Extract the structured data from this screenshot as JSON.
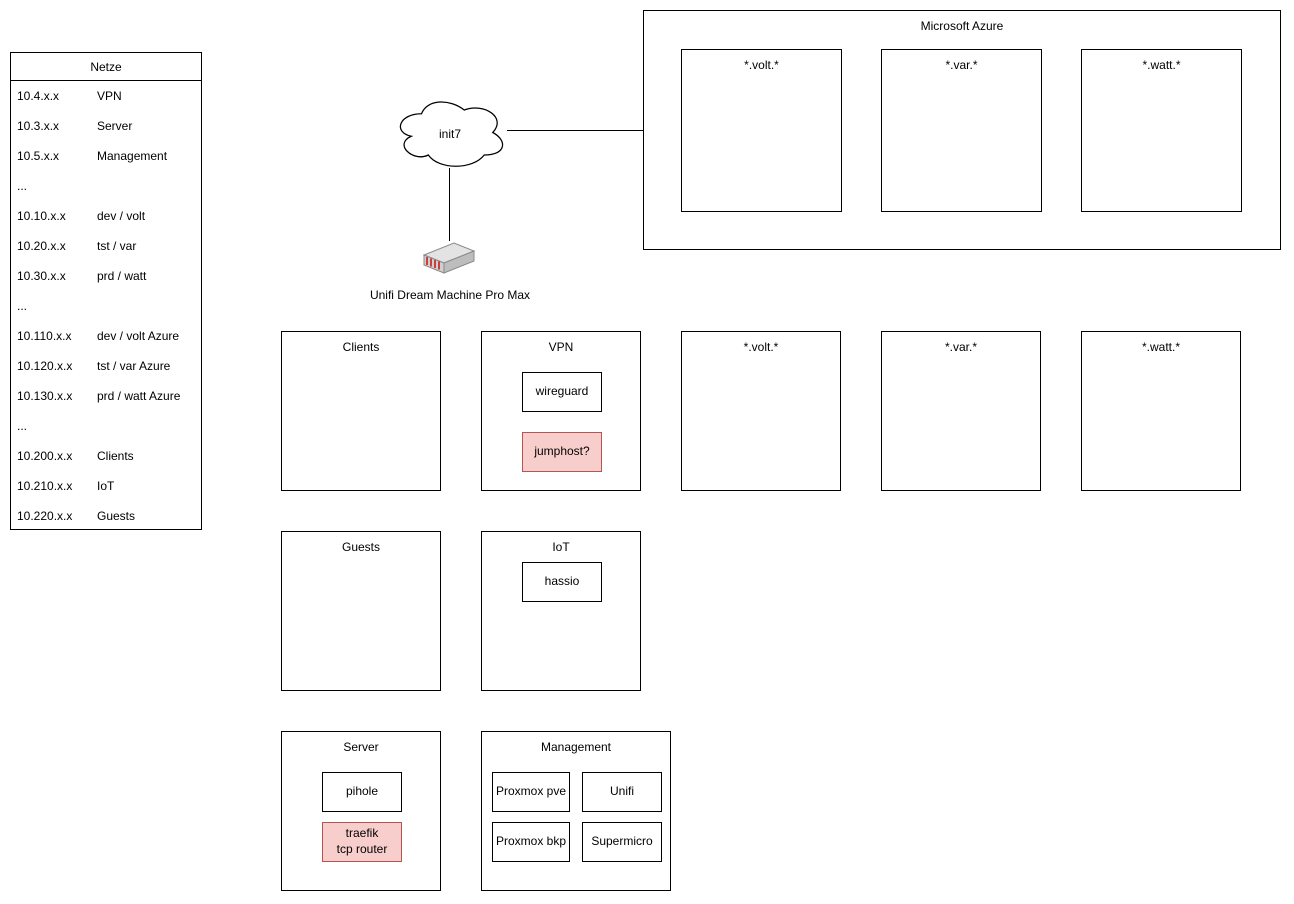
{
  "netze": {
    "title": "Netze",
    "rows": [
      {
        "cidr": "10.4.x.x",
        "name": "VPN"
      },
      {
        "cidr": "10.3.x.x",
        "name": "Server"
      },
      {
        "cidr": "10.5.x.x",
        "name": "Management"
      },
      {
        "cidr": "...",
        "name": ""
      },
      {
        "cidr": "10.10.x.x",
        "name": "dev / volt"
      },
      {
        "cidr": "10.20.x.x",
        "name": "tst / var"
      },
      {
        "cidr": "10.30.x.x",
        "name": "prd / watt"
      },
      {
        "cidr": "...",
        "name": ""
      },
      {
        "cidr": "10.110.x.x",
        "name": "dev / volt Azure"
      },
      {
        "cidr": "10.120.x.x",
        "name": "tst / var Azure"
      },
      {
        "cidr": "10.130.x.x",
        "name": "prd / watt Azure"
      },
      {
        "cidr": "...",
        "name": ""
      },
      {
        "cidr": "10.200.x.x",
        "name": "Clients"
      },
      {
        "cidr": "10.210.x.x",
        "name": "IoT"
      },
      {
        "cidr": "10.220.x.x",
        "name": "Guests"
      }
    ]
  },
  "cloud": {
    "label": "init7"
  },
  "router": {
    "label": "Unifi Dream Machine Pro Max"
  },
  "azure": {
    "title": "Microsoft Azure",
    "boxes": [
      {
        "title": "*.volt.*"
      },
      {
        "title": "*.var.*"
      },
      {
        "title": "*.watt.*"
      }
    ]
  },
  "groups": {
    "clients": {
      "title": "Clients"
    },
    "vpn": {
      "title": "VPN",
      "nodes": {
        "wireguard": "wireguard",
        "jumphost": "jumphost?"
      }
    },
    "volt": {
      "title": "*.volt.*"
    },
    "var": {
      "title": "*.var.*"
    },
    "watt": {
      "title": "*.watt.*"
    },
    "guests": {
      "title": "Guests"
    },
    "iot": {
      "title": "IoT",
      "nodes": {
        "hassio": "hassio"
      }
    },
    "server": {
      "title": "Server",
      "nodes": {
        "pihole": "pihole",
        "traefik": "traefik\ntcp router"
      }
    },
    "management": {
      "title": "Management",
      "nodes": {
        "proxmox_pve": "Proxmox pve",
        "unifi": "Unifi",
        "proxmox_bkp": "Proxmox bkp",
        "supermicro": "Supermicro"
      }
    }
  },
  "colors": {
    "highlight_fill": "#f8cecc",
    "highlight_border": "#b85450",
    "line": "#000000"
  }
}
